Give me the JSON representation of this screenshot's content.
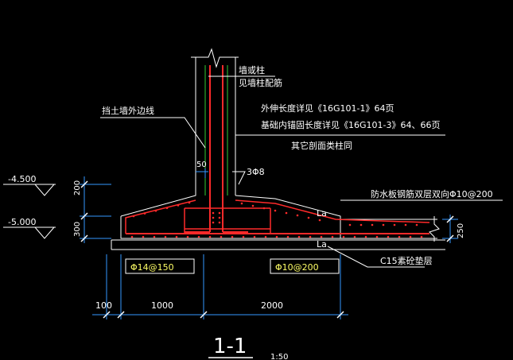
{
  "colors": {
    "background": "#000000",
    "outline": "#ffffff",
    "rebar": "#ff2a2a",
    "wall_inner": "#33cc33",
    "dimension": "#3399ff",
    "label_box": "#ffff66"
  },
  "labels": {
    "wall_or_column": "墙或柱",
    "see_wall_column_reinforcement": "见墙柱配筋",
    "retaining_wall_outer_line": "挡土墙外边线",
    "extension_length_note": "外伸长度详见《16G101-1》64页",
    "anchorage_length_note": "基础内锚固长度详见《16G101-3》64、66页",
    "other_sections_same_column": "其它剖面类柱同",
    "rebar_3phi8": "3Φ8",
    "waterproof_slab_rebar": "防水板钢筋双层双向Φ10@200",
    "la_top": "La",
    "la_bottom": "La",
    "c15_cushion": "C15素砼垫层",
    "rebar_phi14_150": "Φ14@150",
    "rebar_phi10_200": "Φ10@200",
    "section_title": "1-1",
    "scale": "1:50"
  },
  "dimensions": {
    "wall_offset": "50",
    "elev_top": "-4.500",
    "elev_bottom": "-5.000",
    "height_200": "200",
    "height_300": "300",
    "slab_250": "250",
    "width_100": "100",
    "width_1000": "1000",
    "width_2000": "2000"
  }
}
